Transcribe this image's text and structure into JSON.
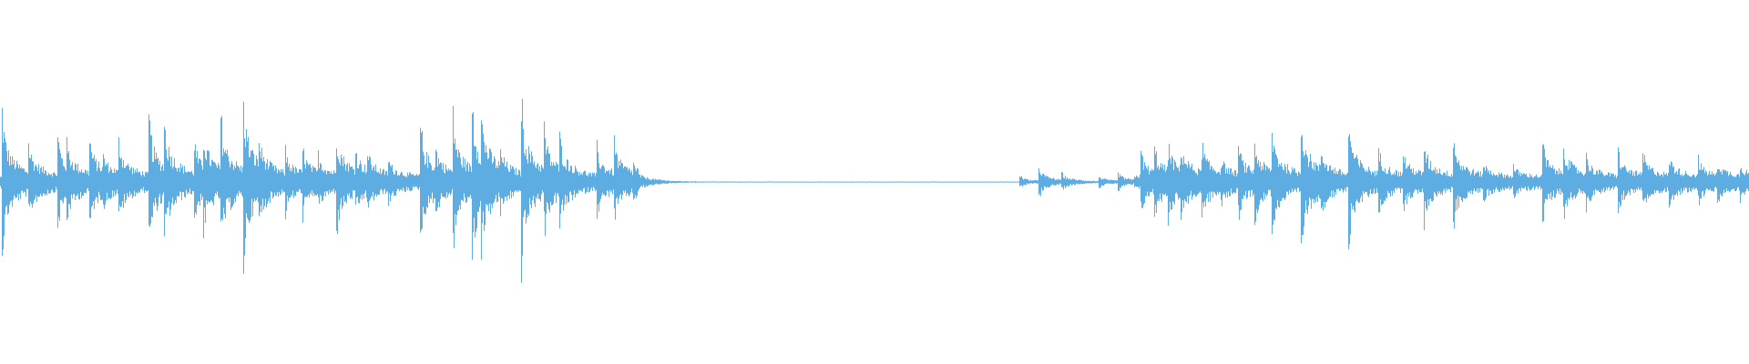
{
  "chart_data": {
    "type": "waveform",
    "title": "",
    "xlabel": "",
    "ylabel": "",
    "grid": false,
    "ylim": [
      -1,
      1
    ],
    "xlim_pct_of_duration": [
      0,
      100
    ],
    "color": "#5dade2",
    "background": "#ffffff",
    "active_regions_pct": [
      [
        0,
        36.5
      ],
      [
        64.8,
        100
      ]
    ],
    "floor_noise_active": 0.035,
    "floor_noise_silent": 0.003,
    "onsets": [
      {
        "t": 0.1,
        "amp": 0.47
      },
      {
        "t": 1.6,
        "amp": 0.2
      },
      {
        "t": 3.3,
        "amp": 0.25
      },
      {
        "t": 3.8,
        "amp": 0.14
      },
      {
        "t": 5.1,
        "amp": 0.24
      },
      {
        "t": 5.9,
        "amp": 0.08
      },
      {
        "t": 6.8,
        "amp": 0.21
      },
      {
        "t": 8.5,
        "amp": 0.4
      },
      {
        "t": 9.4,
        "amp": 0.28
      },
      {
        "t": 11.1,
        "amp": 0.21
      },
      {
        "t": 11.6,
        "amp": 0.25
      },
      {
        "t": 12.6,
        "amp": 0.37
      },
      {
        "t": 13.9,
        "amp": 0.48
      },
      {
        "t": 14.8,
        "amp": 0.14
      },
      {
        "t": 16.3,
        "amp": 0.15
      },
      {
        "t": 17.3,
        "amp": 0.16
      },
      {
        "t": 18.2,
        "amp": 0.11
      },
      {
        "t": 19.2,
        "amp": 0.33
      },
      {
        "t": 20.3,
        "amp": 0.14
      },
      {
        "t": 21.0,
        "amp": 0.11
      },
      {
        "t": 22.2,
        "amp": 0.09
      },
      {
        "t": 24.0,
        "amp": 0.4
      },
      {
        "t": 24.9,
        "amp": 0.12
      },
      {
        "t": 25.9,
        "amp": 0.36
      },
      {
        "t": 27.0,
        "amp": 0.44
      },
      {
        "t": 27.5,
        "amp": 0.25
      },
      {
        "t": 28.6,
        "amp": 0.09
      },
      {
        "t": 29.8,
        "amp": 0.5
      },
      {
        "t": 31.1,
        "amp": 0.26
      },
      {
        "t": 32.0,
        "amp": 0.19
      },
      {
        "t": 34.1,
        "amp": 0.2
      },
      {
        "t": 35.1,
        "amp": 0.2
      },
      {
        "t": 36.2,
        "amp": 0.05
      },
      {
        "t": 58.3,
        "amp": 0.045
      },
      {
        "t": 59.4,
        "amp": 0.1
      },
      {
        "t": 60.7,
        "amp": 0.045
      },
      {
        "t": 62.8,
        "amp": 0.04
      },
      {
        "t": 63.9,
        "amp": 0.06
      },
      {
        "t": 65.2,
        "amp": 0.18
      },
      {
        "t": 66.0,
        "amp": 0.17
      },
      {
        "t": 66.8,
        "amp": 0.17
      },
      {
        "t": 67.5,
        "amp": 0.17
      },
      {
        "t": 68.7,
        "amp": 0.2
      },
      {
        "t": 69.8,
        "amp": 0.09
      },
      {
        "t": 70.8,
        "amp": 0.18
      },
      {
        "t": 71.7,
        "amp": 0.21
      },
      {
        "t": 72.7,
        "amp": 0.29
      },
      {
        "t": 74.4,
        "amp": 0.4
      },
      {
        "t": 75.5,
        "amp": 0.14
      },
      {
        "t": 77.1,
        "amp": 0.36
      },
      {
        "t": 78.8,
        "amp": 0.17
      },
      {
        "t": 80.2,
        "amp": 0.16
      },
      {
        "t": 81.4,
        "amp": 0.22
      },
      {
        "t": 83.1,
        "amp": 0.25
      },
      {
        "t": 84.8,
        "amp": 0.08
      },
      {
        "t": 86.5,
        "amp": 0.07
      },
      {
        "t": 88.2,
        "amp": 0.23
      },
      {
        "t": 89.4,
        "amp": 0.2
      },
      {
        "t": 90.7,
        "amp": 0.11
      },
      {
        "t": 92.5,
        "amp": 0.17
      },
      {
        "t": 93.9,
        "amp": 0.16
      },
      {
        "t": 95.4,
        "amp": 0.14
      },
      {
        "t": 97.1,
        "amp": 0.11
      },
      {
        "t": 98.2,
        "amp": 0.09
      },
      {
        "t": 99.5,
        "amp": 0.08
      }
    ]
  }
}
